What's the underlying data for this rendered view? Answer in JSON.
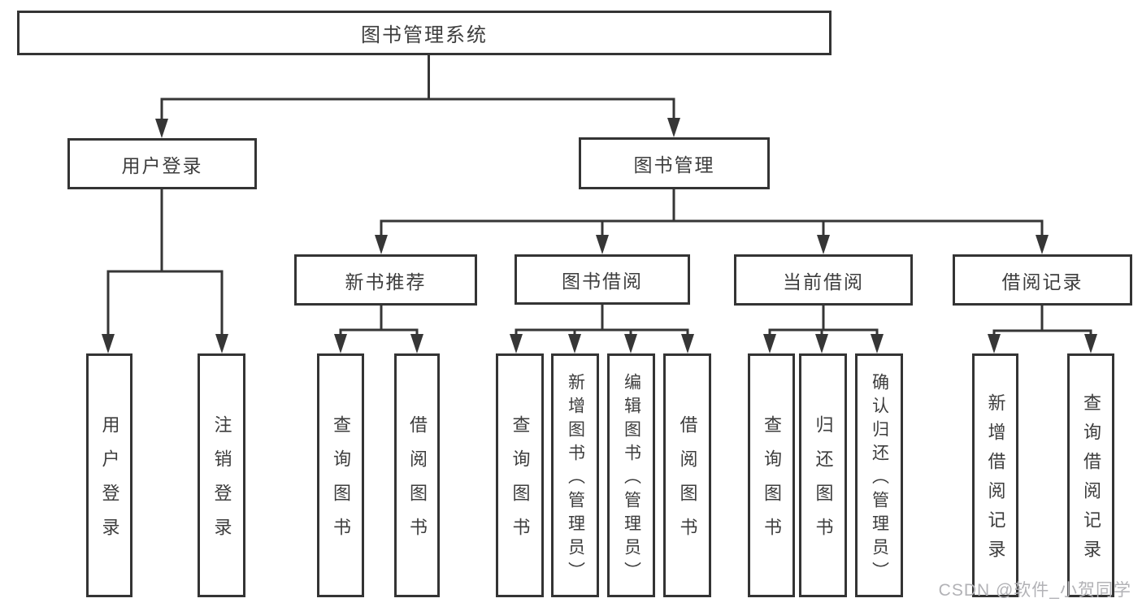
{
  "tree": {
    "root": {
      "label": "图书管理系统",
      "children": [
        {
          "label": "用户登录",
          "children": [
            {
              "label": "用户登录"
            },
            {
              "label": "注销登录"
            }
          ]
        },
        {
          "label": "图书管理",
          "children": [
            {
              "label": "新书推荐",
              "children": [
                {
                  "label": "查询图书"
                },
                {
                  "label": "借阅图书"
                }
              ]
            },
            {
              "label": "图书借阅",
              "children": [
                {
                  "label": "查询图书"
                },
                {
                  "label": "新增图书（管理员）"
                },
                {
                  "label": "编辑图书（管理员）"
                },
                {
                  "label": "借阅图书"
                }
              ]
            },
            {
              "label": "当前借阅",
              "children": [
                {
                  "label": "查询图书"
                },
                {
                  "label": "归还图书"
                },
                {
                  "label": "确认归还（管理员）"
                }
              ]
            },
            {
              "label": "借阅记录",
              "children": [
                {
                  "label": "新增借阅记录"
                },
                {
                  "label": "查询借阅记录"
                }
              ]
            }
          ]
        }
      ]
    }
  },
  "watermark": {
    "text": "CSDN @软件_小贺同学"
  },
  "colors": {
    "line": "#363636",
    "box_border": "#343434",
    "text": "#3d3d3d",
    "watermark_text": "#b2b2b6",
    "background": "#ffffff"
  }
}
